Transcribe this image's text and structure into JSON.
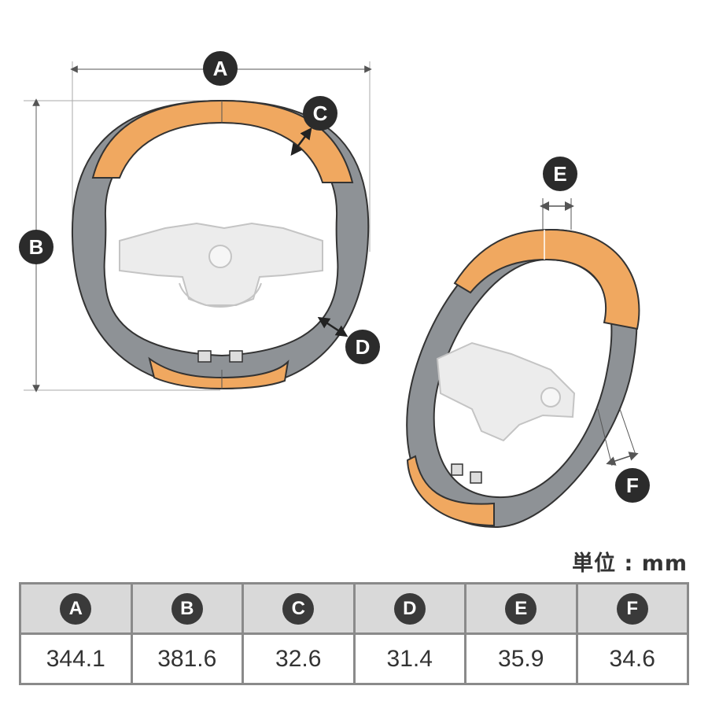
{
  "labels": {
    "a": "A",
    "b": "B",
    "c": "C",
    "d": "D",
    "e": "E",
    "f": "F"
  },
  "unit": "単位 : mm",
  "table": {
    "headers": [
      "A",
      "B",
      "C",
      "D",
      "E",
      "F"
    ],
    "values": [
      "344.1",
      "381.6",
      "32.6",
      "31.4",
      "35.9",
      "34.6"
    ]
  },
  "colors": {
    "wood": "#f0a860",
    "carbon": "#8e9296",
    "label": "#2b2b2b",
    "table_border": "#8a8a8a",
    "table_head": "#d9d9d9"
  }
}
